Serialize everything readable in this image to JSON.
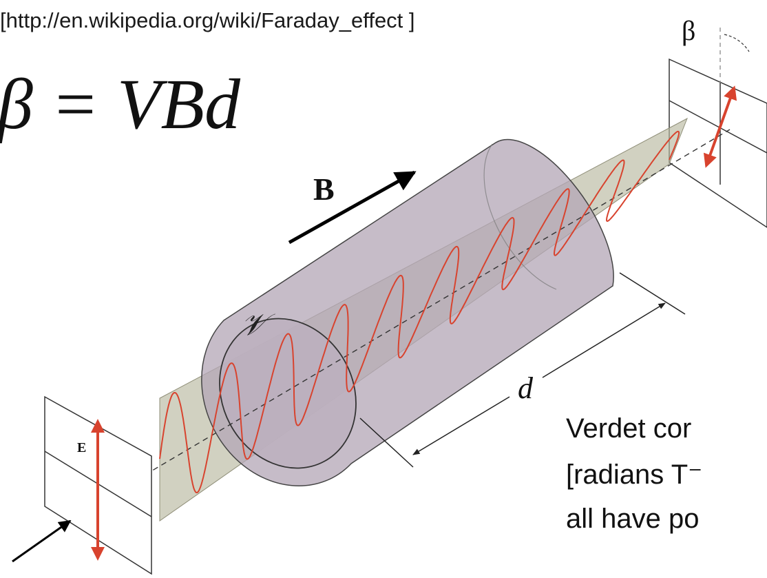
{
  "source_ref": "[http://en.wikipedia.org/wiki/Faraday_effect ]",
  "formula": "β = VBd",
  "labels": {
    "beta": "β",
    "field": "B",
    "verdet_symbol": "𝒱",
    "length": "d",
    "efield": "E"
  },
  "caption_lines": [
    "Verdet cor",
    "[radians T⁻",
    "all have po"
  ],
  "colors": {
    "polarization_arrow": "#d8432e",
    "wave": "#d8432e",
    "plane": "#b9b8a0",
    "cylinder": "#b3a6b6"
  }
}
